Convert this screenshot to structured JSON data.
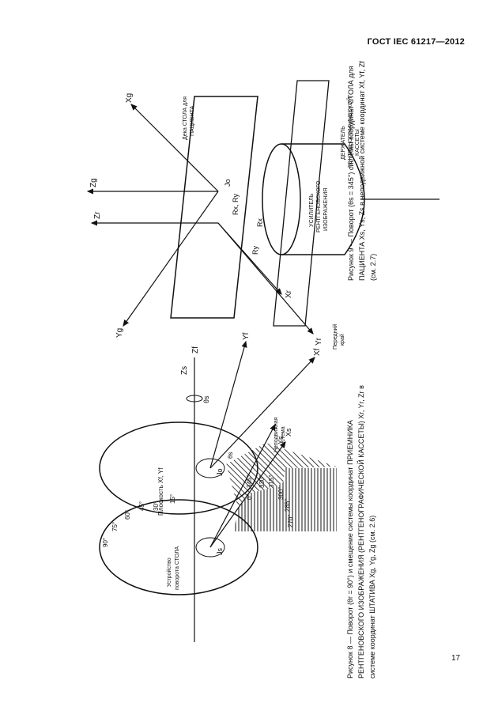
{
  "page": {
    "header": "ГОСТ IEC 61217—2012",
    "page_number": "17"
  },
  "figure8": {
    "caption": "Рисунок 8 — Поворот (θr = 90°) и смещение системы координат ПРИЕМНИКА РЕНТГЕНОВСКОГО ИЗОБРАЖЕНИЯ (РЕНТГЕНОГРАФИЧЕСКОЙ КАССЕТЫ) Xr, Yr, Zr в системе координат ШТАТИВА Xg, Yg, Zg (см. 2.6)",
    "labels": {
      "yg": "Yg",
      "yr": "Yr",
      "xr": "Xr",
      "zr": "Zr",
      "zg": "Zg",
      "xg": "Xg",
      "jo": "Jo",
      "rx_ry": "Rx, Ry",
      "ry": "Ry",
      "rx": "Rx",
      "front_edge": [
        "Передний",
        "край"
      ],
      "table_top": [
        "Дека СТОЛА для",
        "ПАЦИЕНТА"
      ],
      "intensifier": [
        "УСИЛИТЕЛЬ",
        "РЕНТГЕНОВСКОГО",
        "ИЗОБРАЖЕНИЯ"
      ],
      "cassette": [
        "ДЕРЖАТЕЛЬ",
        "РЕНТГЕНОГРАФИЧЕСКОЙ",
        "КАССЕТЫ"
      ]
    }
  },
  "figure9": {
    "caption": "Рисунок 9 — Поворот (θs = 345°) системы координат СТОЛА для ПАЦИЕНТА Xs, Ys, Zs в неподвижной системе координат Xf, Yf, Zf (см. 2.7)",
    "labels": {
      "zf": "Zf",
      "zs": "Zs",
      "theta_s": "θs",
      "theta_s_inner": "θs",
      "jo": "Jo",
      "js": "Js",
      "yf": "Yf",
      "xf": "Xf",
      "ys": "Ys",
      "xs": "Xs",
      "plane": "Плоскость Xf, Yf",
      "fixed": [
        "Неподвижная",
        "система"
      ],
      "device": [
        "Устройство",
        "поворота СТОЛА"
      ],
      "angles_upper": [
        "90°",
        "75°",
        "60°",
        "45°",
        "30°",
        "15°"
      ],
      "angles_lower": [
        "0°",
        "345°",
        "330°",
        "315°",
        "300°",
        "285°",
        "270°"
      ]
    }
  }
}
